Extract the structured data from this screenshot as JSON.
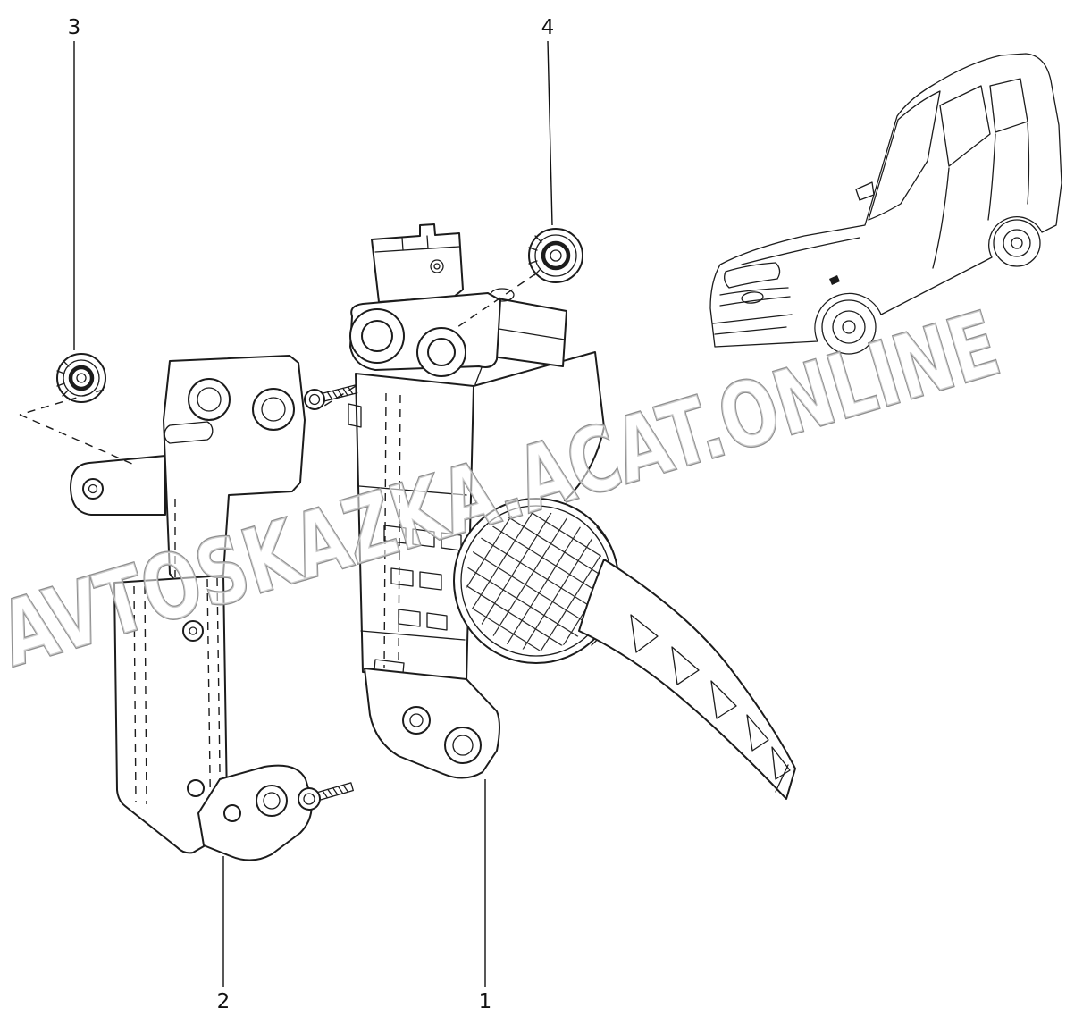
{
  "diagram": {
    "watermark": "AVTOSKAZKA.ACAT.ONLINE",
    "callouts": {
      "part1": "1",
      "part2": "2",
      "part3": "3",
      "part4": "4"
    }
  }
}
